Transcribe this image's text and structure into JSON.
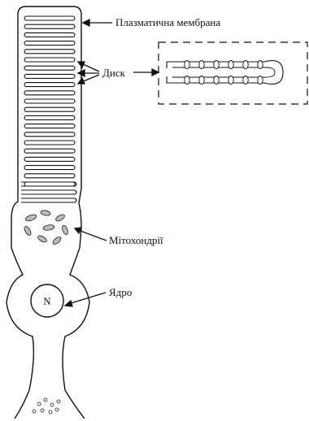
{
  "labels": {
    "membrane": "Плазматична мембрана",
    "disk": "Диск",
    "mitochondria": "Мітохондрії",
    "nucleus_label": "Ядро",
    "nucleus_symbol": "N"
  },
  "colors": {
    "stroke": "#111111",
    "background": "#ffffff"
  }
}
